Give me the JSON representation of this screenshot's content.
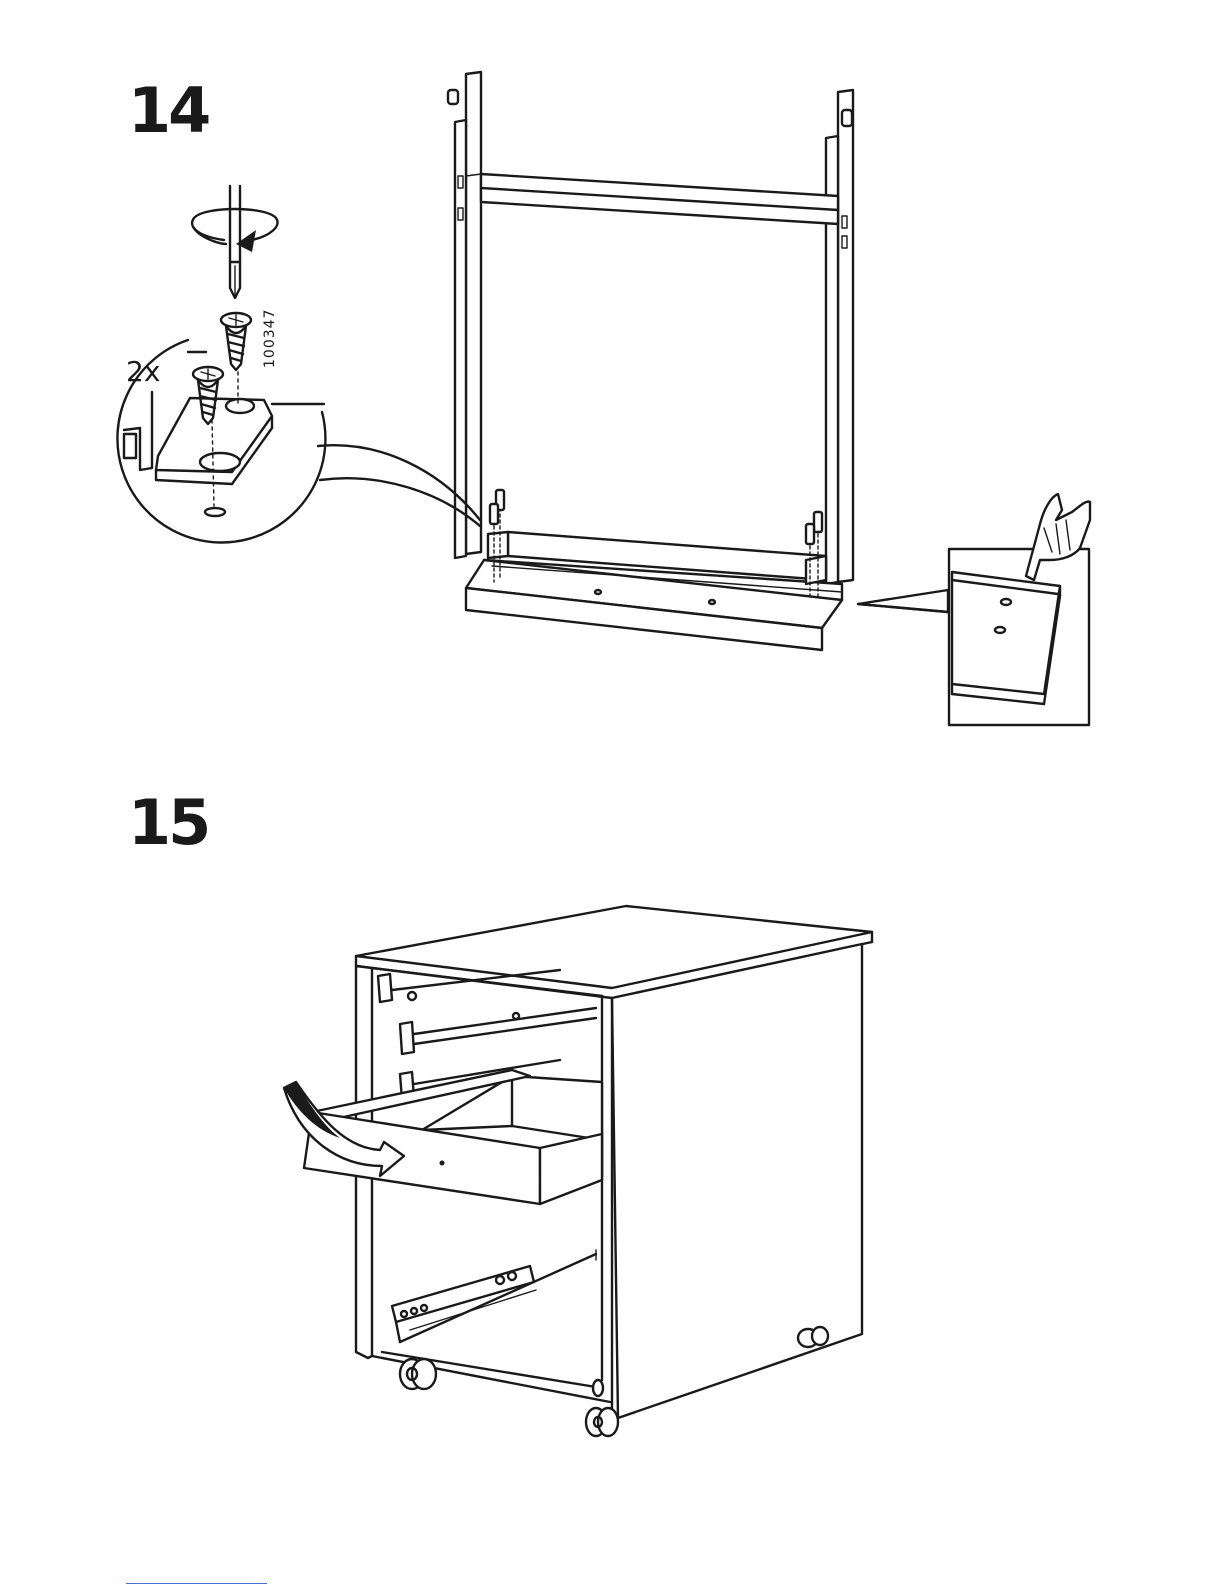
{
  "steps": [
    {
      "number": "14",
      "quantity": "2x",
      "part_number": "100347"
    },
    {
      "number": "15"
    }
  ]
}
